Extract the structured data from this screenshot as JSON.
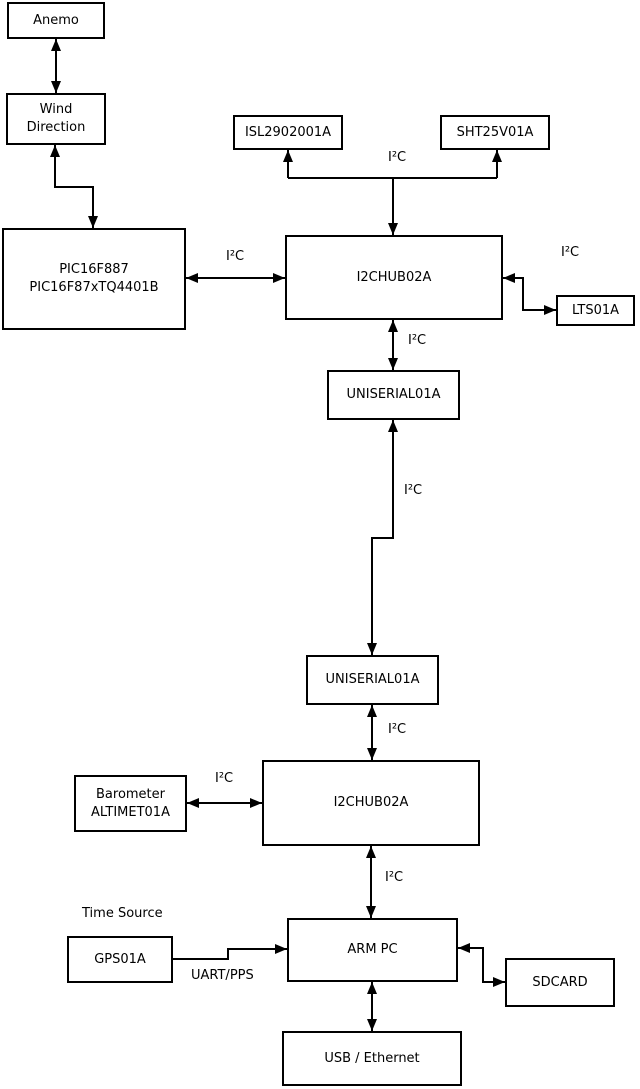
{
  "diagram": {
    "background_color": "#ffffff",
    "line_color": "#000000",
    "boxes": {
      "anemo": {
        "label": "Anemo"
      },
      "wind_direction": {
        "label": "Wind\nDirection"
      },
      "pic": {
        "label": "PIC16F887\nPIC16F87xTQ4401B"
      },
      "isl": {
        "label": "ISL2902001A"
      },
      "sht": {
        "label": "SHT25V01A"
      },
      "i2chub_top": {
        "label": "I2CHUB02A"
      },
      "lts": {
        "label": "LTS01A"
      },
      "uniserial_top": {
        "label": "UNISERIAL01A"
      },
      "uniserial_bottom": {
        "label": "UNISERIAL01A"
      },
      "i2chub_bottom": {
        "label": "I2CHUB02A"
      },
      "barometer": {
        "label": "Barometer\nALTIMET01A"
      },
      "gps": {
        "label": "GPS01A"
      },
      "arm_pc": {
        "label": "ARM PC"
      },
      "sdcard": {
        "label": "SDCARD"
      },
      "usb_ethernet": {
        "label": "USB / Ethernet"
      }
    },
    "edge_labels": {
      "i2c": "I²C",
      "uart_pps": "UART/PPS",
      "time_source": "Time Source"
    },
    "connections": [
      {
        "from": "Anemo",
        "to": "Wind Direction",
        "bidirectional": true,
        "label": ""
      },
      {
        "from": "Wind Direction",
        "to": "PIC16F887 PIC16F87xTQ4401B",
        "bidirectional": true,
        "label": ""
      },
      {
        "from": "PIC16F887 PIC16F87xTQ4401B",
        "to": "I2CHUB02A (top)",
        "bidirectional": true,
        "label": "I²C"
      },
      {
        "from": "I2CHUB02A (top)",
        "to": "ISL2902001A",
        "bidirectional": false,
        "label": "I²C"
      },
      {
        "from": "I2CHUB02A (top)",
        "to": "SHT25V01A",
        "bidirectional": false,
        "label": "I²C"
      },
      {
        "from": "I2CHUB02A (top)",
        "to": "LTS01A",
        "bidirectional": true,
        "label": "I²C"
      },
      {
        "from": "I2CHUB02A (top)",
        "to": "UNISERIAL01A (upper)",
        "bidirectional": true,
        "label": "I²C"
      },
      {
        "from": "UNISERIAL01A (upper)",
        "to": "UNISERIAL01A (lower)",
        "bidirectional": true,
        "label": "I²C"
      },
      {
        "from": "UNISERIAL01A (lower)",
        "to": "I2CHUB02A (bottom)",
        "bidirectional": true,
        "label": "I²C"
      },
      {
        "from": "Barometer ALTIMET01A",
        "to": "I2CHUB02A (bottom)",
        "bidirectional": true,
        "label": "I²C"
      },
      {
        "from": "I2CHUB02A (bottom)",
        "to": "ARM PC",
        "bidirectional": true,
        "label": "I²C"
      },
      {
        "from": "GPS01A",
        "to": "ARM PC",
        "bidirectional": false,
        "label": "UART/PPS"
      },
      {
        "from": "ARM PC",
        "to": "SDCARD",
        "bidirectional": true,
        "label": ""
      },
      {
        "from": "ARM PC",
        "to": "USB / Ethernet",
        "bidirectional": true,
        "label": ""
      }
    ]
  }
}
